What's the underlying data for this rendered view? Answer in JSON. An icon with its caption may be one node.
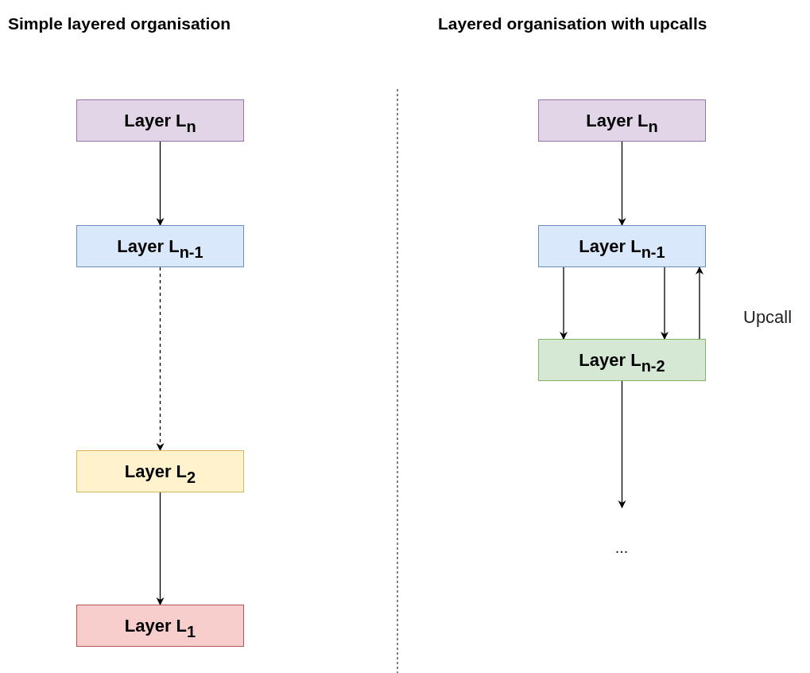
{
  "diagram": {
    "nodes": [
      {
        "text": [
          "Layer L$_{n}$"
        ]
      },
      {
        "text": [
          "Layer L$_{n-1}$"
        ]
      },
      {
        "text": [
          "Layer L$_{2}$"
        ]
      },
      {
        "text": [
          "Layer L$_{1}$"
        ]
      },
      {
        "text": [
          "Layer L$_{n}$"
        ]
      },
      {
        "text": [
          "Layer L$_{n-1}$"
        ]
      },
      {
        "text": [
          "Layer L$_{n-2}$"
        ]
      },
      {
        "text": [
          "..."
        ]
      }
    ],
    "edges": [
      {
        "from": 0,
        "to": 1,
        "arrow": "to"
      },
      {
        "from": 1,
        "to": 2,
        "arrow": "to",
        "style": "dashed"
      },
      {
        "from": 2,
        "to": 3,
        "arrow": "to"
      },
      {
        "from": 4,
        "to": 5,
        "arrow": "to"
      },
      {
        "from": 5,
        "to": 6,
        "arrow": "to"
      },
      {
        "from": 5,
        "to": 6,
        "arrow": "to"
      },
      {
        "from": 6,
        "to": 5,
        "arrow": "to",
        "label": "Upcall"
      },
      {
        "from": 6,
        "to": 7,
        "arrow": "to"
      }
    ],
    "labels": [
      "Simple layered organisation",
      "Layered organisation with upcalls"
    ]
  }
}
